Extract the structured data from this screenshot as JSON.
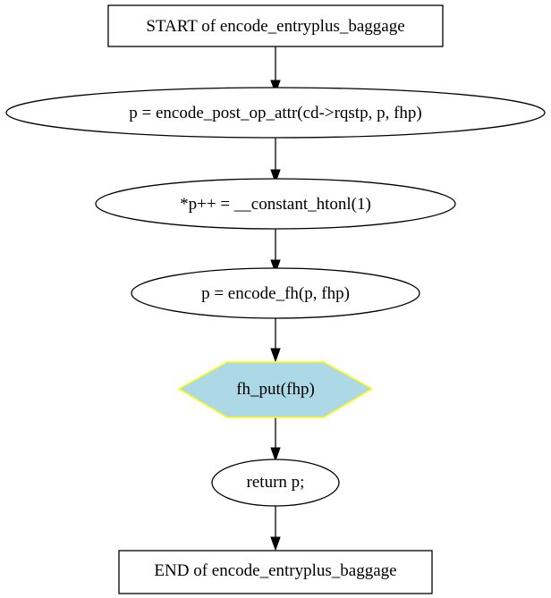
{
  "colors": {
    "stroke": "#000000",
    "background": "#ffffff",
    "highlight_fill": "#add8e6",
    "highlight_stroke": "#ffff00"
  },
  "nodes": {
    "start": {
      "shape": "box",
      "label": "START of encode_entryplus_baggage"
    },
    "post_op_attr": {
      "shape": "ellipse",
      "label": "p = encode_post_op_attr(cd->rqstp, p, fhp)"
    },
    "htonl": {
      "shape": "ellipse",
      "label": "*p++ = __constant_htonl(1)"
    },
    "encode_fh": {
      "shape": "ellipse",
      "label": "p = encode_fh(p, fhp)"
    },
    "fh_put": {
      "shape": "hexagon",
      "label": "fh_put(fhp)"
    },
    "return_p": {
      "shape": "ellipse",
      "label": "return p;"
    },
    "end": {
      "shape": "box",
      "label": "END of encode_entryplus_baggage"
    }
  },
  "edges": [
    {
      "from": "start",
      "to": "post_op_attr"
    },
    {
      "from": "post_op_attr",
      "to": "htonl"
    },
    {
      "from": "htonl",
      "to": "encode_fh"
    },
    {
      "from": "encode_fh",
      "to": "fh_put"
    },
    {
      "from": "fh_put",
      "to": "return_p"
    },
    {
      "from": "return_p",
      "to": "end"
    }
  ]
}
